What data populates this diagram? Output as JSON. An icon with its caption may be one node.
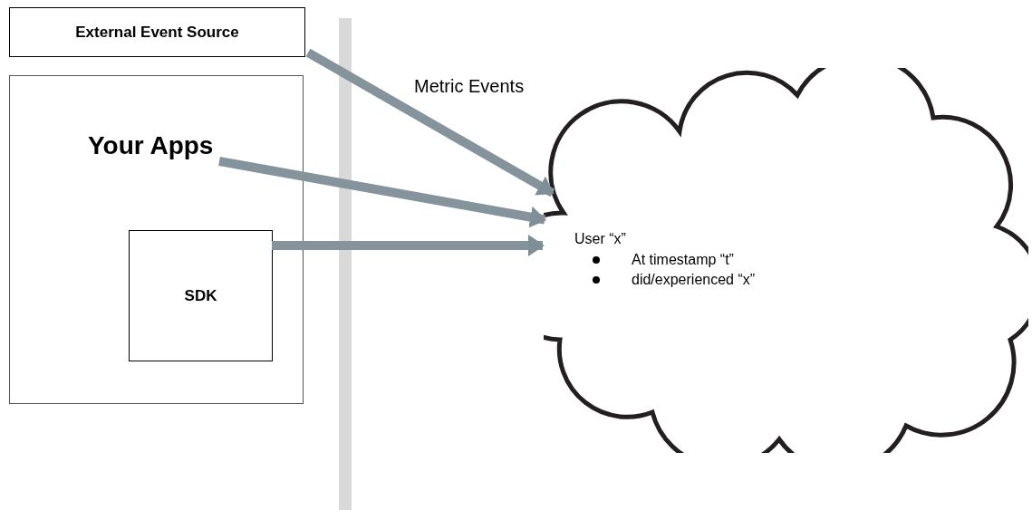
{
  "diagram": {
    "nodes": [
      {
        "text": [
          "External Event Source"
        ]
      },
      {
        "text": [],
        "shape": "box"
      },
      {
        "text": [
          "Your Apps"
        ],
        "in": 1
      },
      {
        "text": [
          "SDK"
        ],
        "in": 1
      },
      {
        "text": [
          "User “x”",
          "At timestamp “t”",
          "did/experienced “x”"
        ]
      }
    ],
    "edges": [
      {
        "from": 0,
        "to": 4,
        "arrow": "to"
      },
      {
        "from": 2,
        "to": 4,
        "arrow": "to"
      },
      {
        "from": 3,
        "to": 4,
        "arrow": "to"
      }
    ],
    "labels": [
      "Metric Events"
    ]
  }
}
